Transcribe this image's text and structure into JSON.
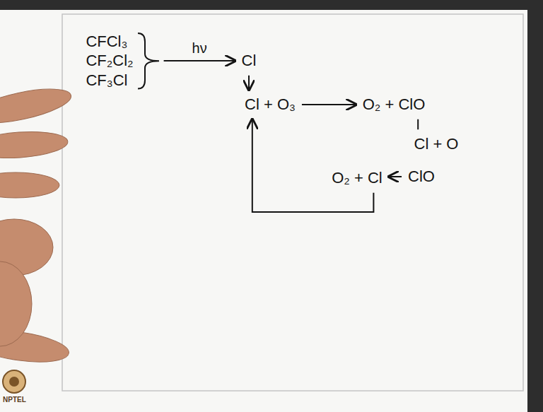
{
  "diagram": {
    "nodes": [
      {
        "text": [
          "CFCl₃",
          "CF₂Cl₂",
          "CF₃Cl"
        ]
      },
      {
        "text": [
          "Cl"
        ]
      },
      {
        "text": [
          "Cl + O₃"
        ]
      },
      {
        "text": [
          "O₂ + ClO"
        ]
      },
      {
        "text": [
          "Cl + O"
        ]
      },
      {
        "text": [
          "O₂ + Cl"
        ]
      },
      {
        "text": [
          "ClO"
        ]
      }
    ],
    "edges": [
      {
        "from": 0,
        "to": 1,
        "label": "hν",
        "arrow": "to"
      },
      {
        "from": 1,
        "to": 2,
        "arrow": "to"
      },
      {
        "from": 2,
        "to": 3,
        "arrow": "to"
      },
      {
        "from": 3,
        "to": 4,
        "arrow": "none"
      },
      {
        "from": 6,
        "to": 5,
        "arrow": "to"
      },
      {
        "from": 5,
        "to": 2,
        "arrow": "to"
      }
    ],
    "labels": [
      "NPTEL"
    ]
  }
}
